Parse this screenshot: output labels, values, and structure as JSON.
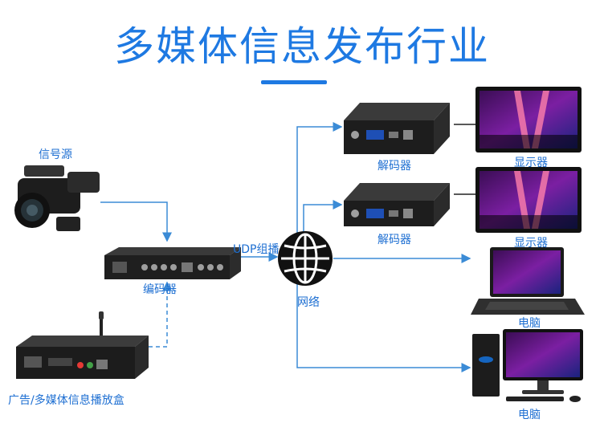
{
  "title": "多媒体信息发布行业",
  "nodes": {
    "source": "信号源",
    "encoder": "编码器",
    "player": "广告/多媒体信息播放盒",
    "network": "网络",
    "udp": "UDP组播",
    "decoder1": "解码器",
    "decoder2": "解码器",
    "display1": "显示器",
    "display2": "显示器",
    "laptop": "电脑",
    "desktop": "电脑"
  },
  "colors": {
    "accent": "#1e79e2",
    "line": "#3b8bd6",
    "device": "#2a2a2a"
  }
}
